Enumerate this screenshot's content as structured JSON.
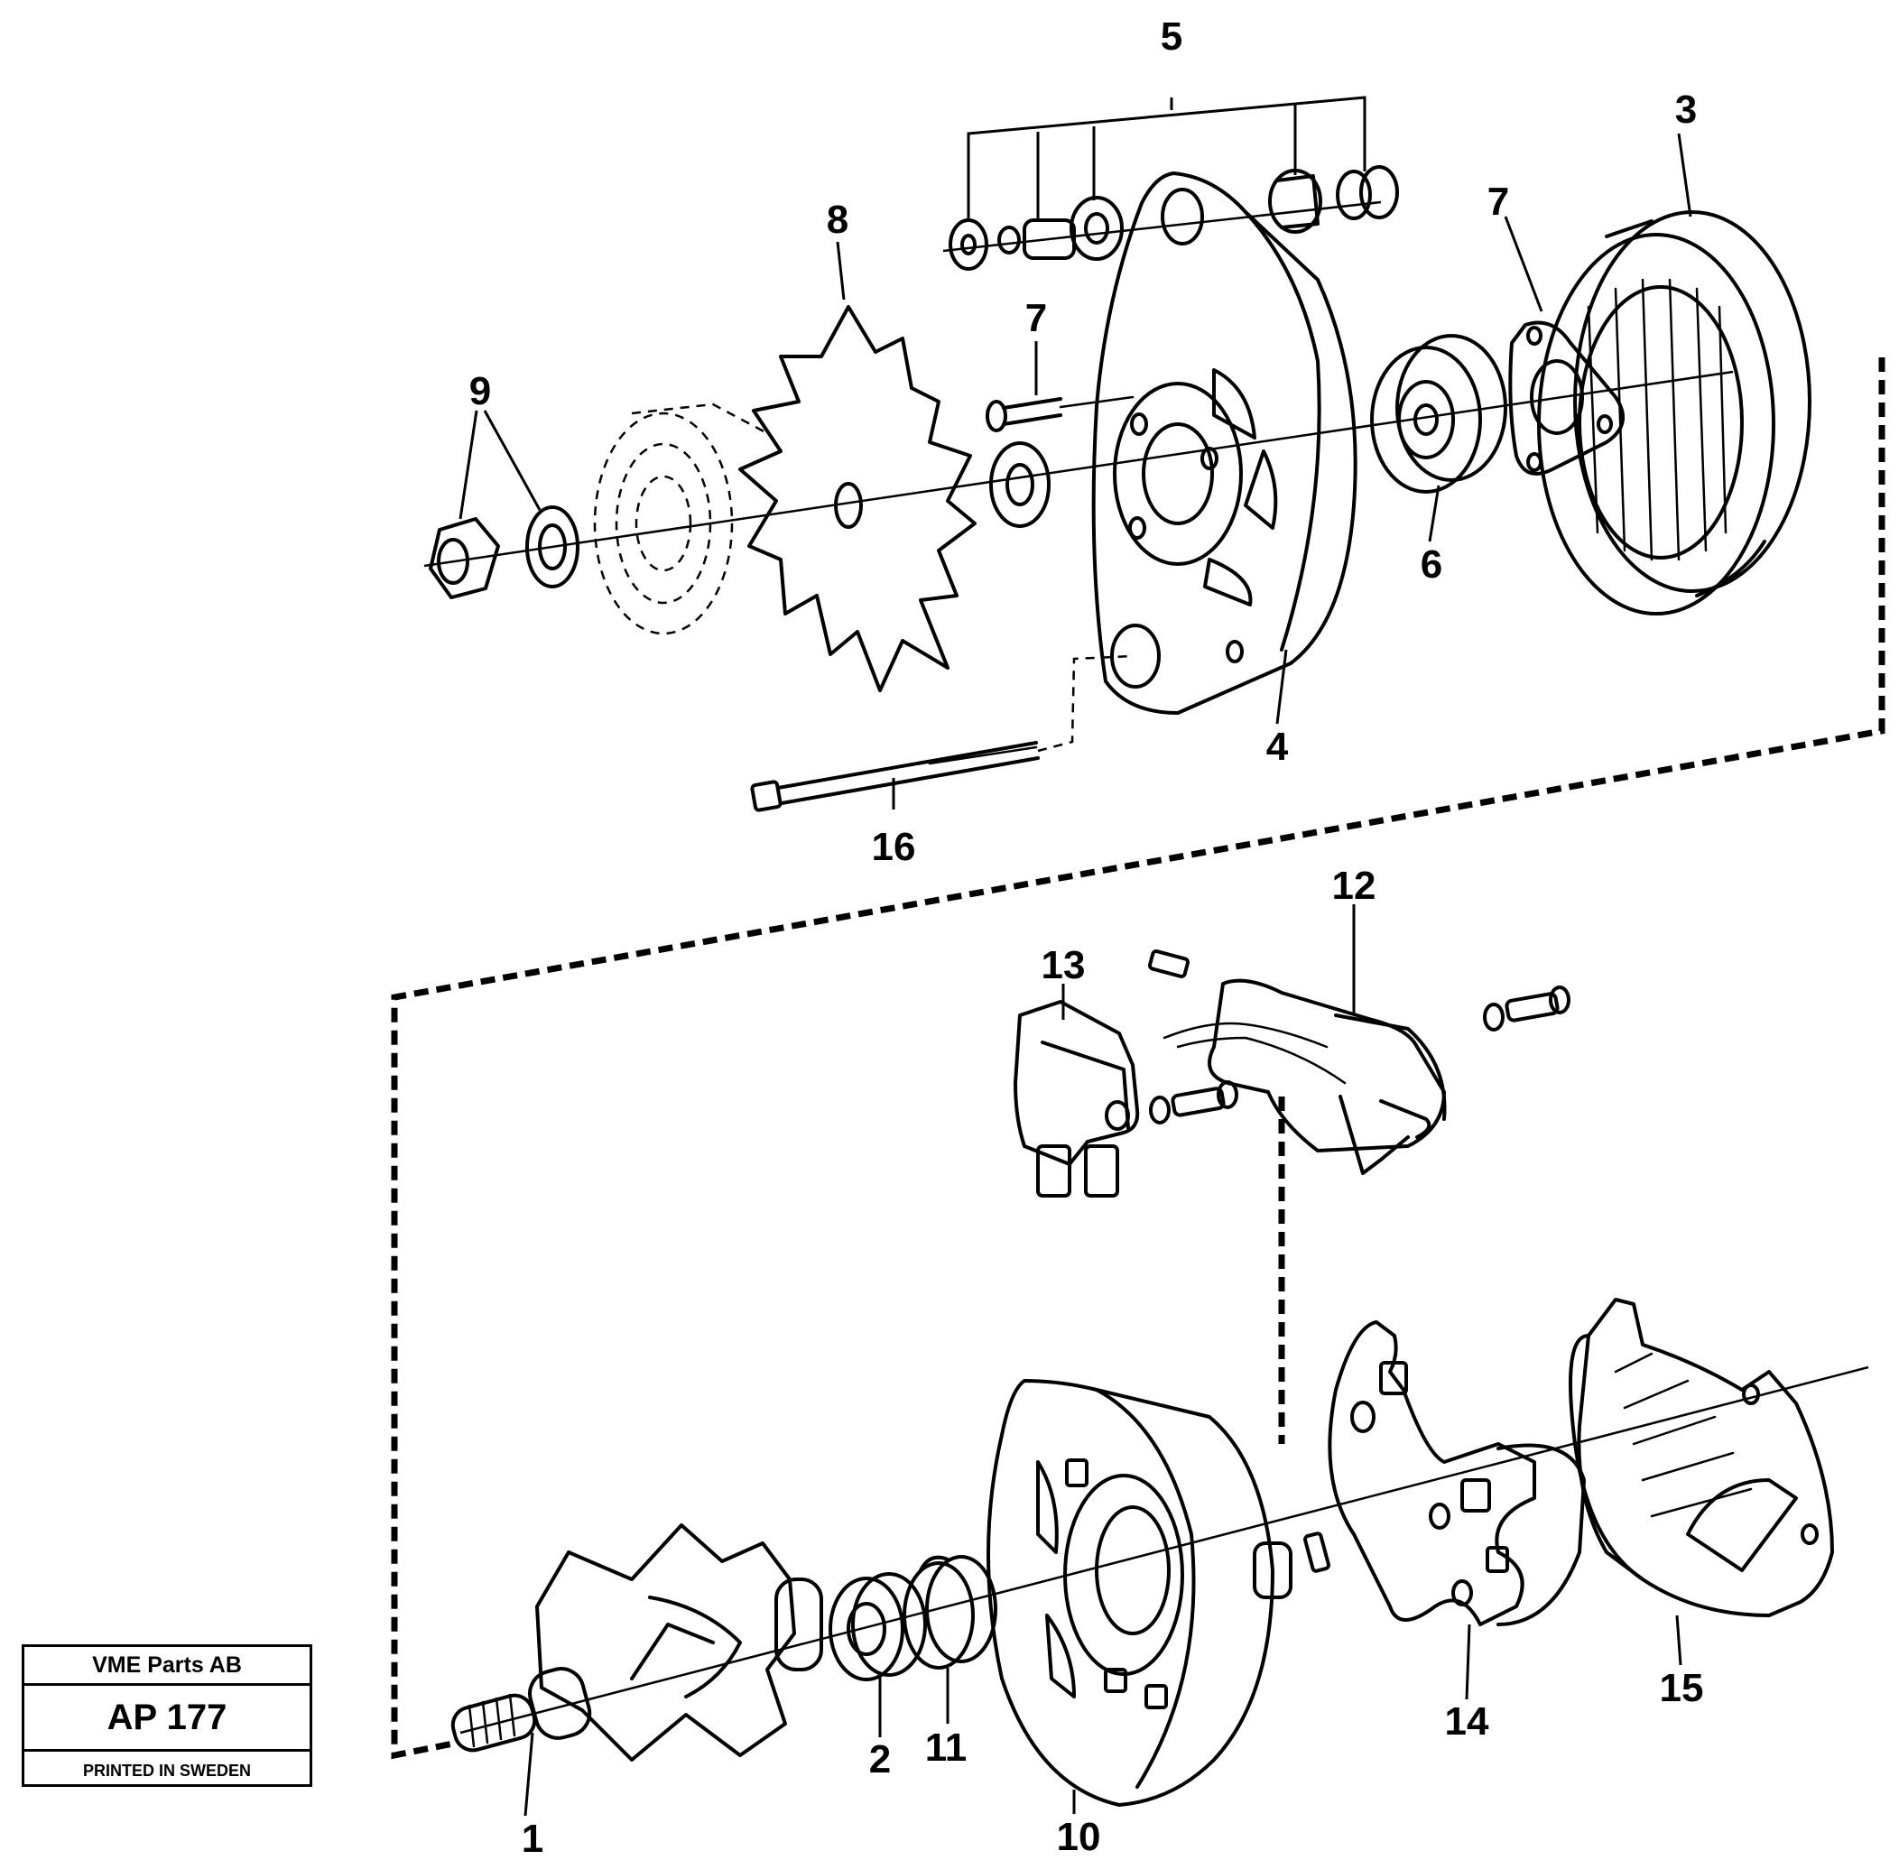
{
  "callouts": [
    {
      "label": "1"
    },
    {
      "label": "2"
    },
    {
      "label": "3"
    },
    {
      "label": "4"
    },
    {
      "label": "5"
    },
    {
      "label": "6"
    },
    {
      "label": "7"
    },
    {
      "label": "7"
    },
    {
      "label": "8"
    },
    {
      "label": "9"
    },
    {
      "label": "10"
    },
    {
      "label": "11"
    },
    {
      "label": "12"
    },
    {
      "label": "13"
    },
    {
      "label": "14"
    },
    {
      "label": "15"
    },
    {
      "label": "16"
    }
  ],
  "info_box": {
    "company": "VME Parts AB",
    "code": "AP 177",
    "printed": "PRINTED IN SWEDEN"
  }
}
